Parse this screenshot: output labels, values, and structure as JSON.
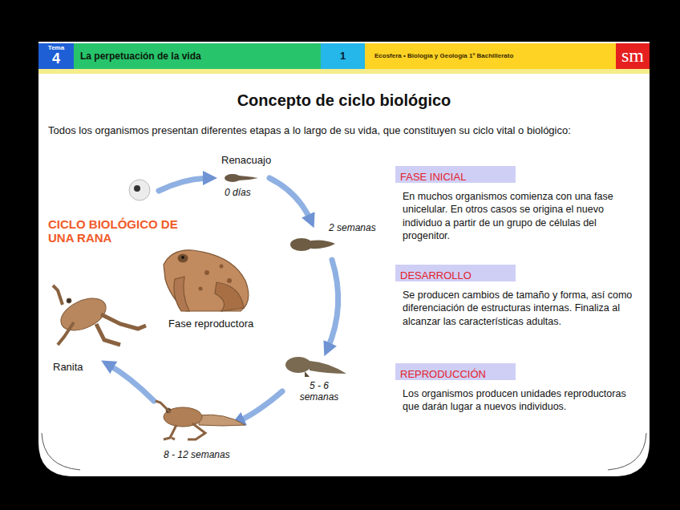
{
  "diagram": {
    "title": "Concepto de ciclo biológico",
    "nodes": [
      {
        "text": [
          "Tema",
          "4"
        ]
      },
      {
        "text": [
          "La perpetuación de la vida"
        ]
      },
      {
        "text": [
          "1"
        ]
      },
      {
        "text": [
          "Ecosfera • Biología y Geología 1º Bachillerato"
        ]
      },
      {
        "text": [
          "sm"
        ]
      },
      {
        "text": [
          "FASE INICIAL"
        ]
      },
      {
        "text": [
          "DESARROLLO"
        ]
      },
      {
        "text": [
          "REPRODUCCIÓN"
        ]
      }
    ],
    "labels": [
      "Todos los organismos presentan diferentes etapas a lo largo de su vida, que constituyen su ciclo vital o biológico:",
      "CICLO BIOLÓGICO DE UNA RANA",
      "Renacuajo",
      "0 días",
      "2 semanas",
      "5 - 6 semanas",
      "8 - 12 semanas",
      "Ranita",
      "Fase reproductora",
      "En muchos organismos comienza con una fase unicelular. En otros casos se origina el nuevo individuo a partir de un grupo de células del progenitor.",
      "Se producen cambios de tamaño y forma, así como diferenciación de estructuras internas. Finaliza al alcanzar las características adultas.",
      "Los organismos producen unidades reproductoras que darán lugar a nuevos individuos."
    ]
  }
}
